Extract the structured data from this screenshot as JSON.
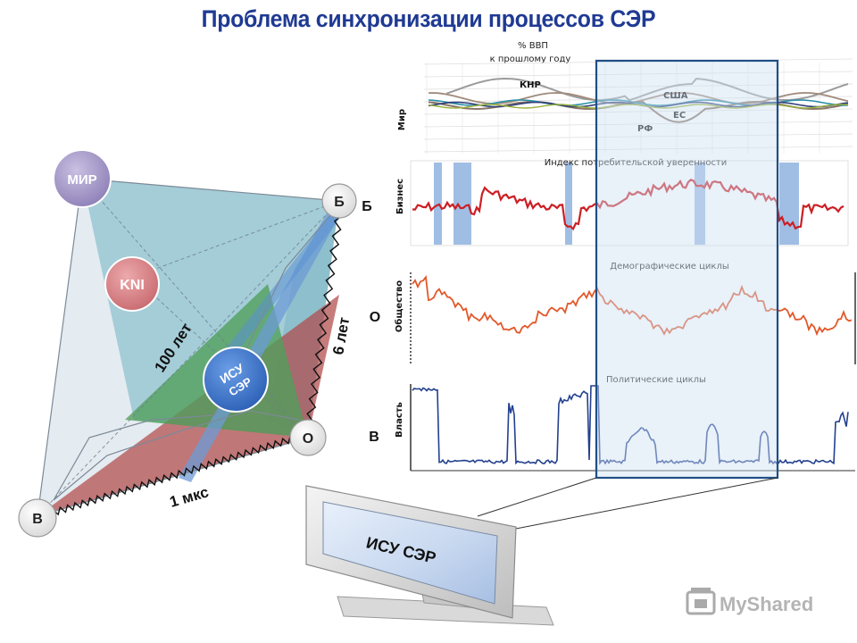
{
  "title": "Проблема синхронизации процессов СЭР",
  "pyramid": {
    "nodes": {
      "mir": "МИР",
      "kni": "KNI",
      "b": "Б",
      "o": "О",
      "v": "В",
      "isu": [
        "ИСУ",
        "СЭР"
      ]
    },
    "edge_labels": {
      "century": "100 лет",
      "six_years": "6 лет",
      "microsecond": "1 мкс"
    },
    "colors": {
      "mir_node": "#a79bc8",
      "kni_node": "#d9868a",
      "isu_node": "#3e74c9",
      "teal_plane": "#8fc3cf",
      "green_plane": "#4f9f5a",
      "red_plane": "#b24a4a",
      "blue_beam": "#6e9bd6"
    }
  },
  "charts": {
    "gdp": {
      "unit_line1": "% ВВП",
      "unit_line2": "к прошлому году",
      "ylabel": "Мир",
      "series": [
        "КНР",
        "США",
        "ЕС",
        "РФ"
      ]
    },
    "business": {
      "title": "Индекс потребительской уверенности",
      "ylabel": "Бизнес",
      "side_letter": "Б"
    },
    "society": {
      "title": "Демографические циклы",
      "ylabel": "Общество",
      "side_letter": "О"
    },
    "power": {
      "title": "Политические циклы",
      "ylabel": "Власть",
      "side_letter": "В"
    }
  },
  "monitor": {
    "label": "ИСУ СЭР"
  },
  "watermark": {
    "text": "MyShared"
  }
}
